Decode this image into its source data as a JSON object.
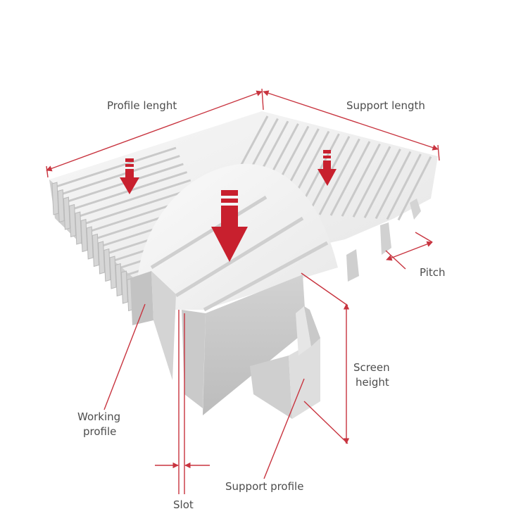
{
  "labels": {
    "profile_length": "Profile lenght",
    "support_length": "Support length",
    "pitch": "Pitch",
    "screen_height_line1": "Screen",
    "screen_height_line2": "height",
    "working_profile_line1": "Working",
    "working_profile_line2": "profile",
    "support_profile": "Support profile",
    "slot": "Slot"
  },
  "colors": {
    "dimension_line": "#c8343f",
    "arrow": "#c8202e",
    "label_text": "#4d4d4d",
    "grate_light": "#f2f2f2",
    "grate_mid": "#d9d9d9",
    "grate_shadow": "#bdbdbd"
  }
}
